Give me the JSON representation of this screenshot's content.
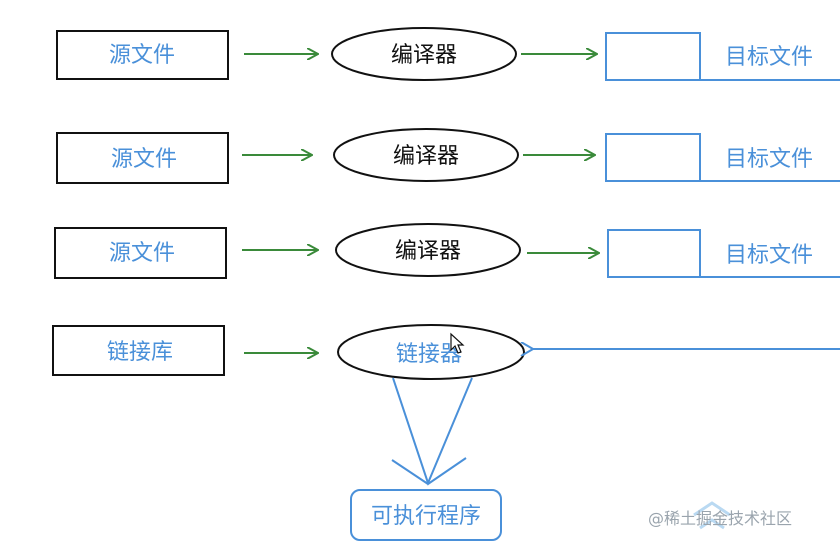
{
  "diagram": {
    "rows": [
      {
        "source": "源文件",
        "process": "编译器",
        "output": "目标文件"
      },
      {
        "source": "源文件",
        "process": "编译器",
        "output": "目标文件"
      },
      {
        "source": "源文件",
        "process": "编译器",
        "output": "目标文件"
      }
    ],
    "library": "链接库",
    "linker": "链接器",
    "executable": "可执行程序"
  },
  "watermark": "@稀土掘金技术社区",
  "colors": {
    "box_border": "#111111",
    "blue": "#4a90d9",
    "green_arrow": "#3a8a3a",
    "text_dark": "#111111"
  }
}
